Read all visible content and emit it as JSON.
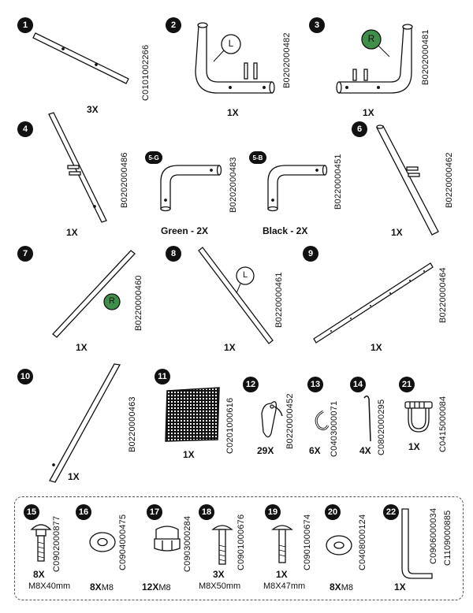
{
  "parts": [
    {
      "num": "1",
      "code": "C0101002266",
      "qty": "3X"
    },
    {
      "num": "2",
      "code": "B0202000482",
      "qty": "1X",
      "marker": "L"
    },
    {
      "num": "3",
      "code": "B0202000481",
      "qty": "1X",
      "marker": "R"
    },
    {
      "num": "4",
      "code": "B0202000486",
      "qty": "1X"
    },
    {
      "num": "5-G",
      "code": "B0202000483",
      "qty": "Green - 2X"
    },
    {
      "num": "5-B",
      "code": "B0220000451",
      "qty": "Black - 2X"
    },
    {
      "num": "6",
      "code": "B0220000462",
      "qty": "1X"
    },
    {
      "num": "7",
      "code": "B0220000460",
      "qty": "1X",
      "marker": "R"
    },
    {
      "num": "8",
      "code": "B0220000461",
      "qty": "1X",
      "marker": "L"
    },
    {
      "num": "9",
      "code": "B0220000464",
      "qty": "1X"
    },
    {
      "num": "10",
      "code": "B0220000463",
      "qty": "1X"
    },
    {
      "num": "11",
      "code": "C0201000616",
      "qty": "1X"
    },
    {
      "num": "12",
      "code": "B0220000452",
      "qty": "29X"
    },
    {
      "num": "13",
      "code": "C0403000071",
      "qty": "6X"
    },
    {
      "num": "14",
      "code": "C0802000295",
      "qty": "4X"
    },
    {
      "num": "21",
      "code": "C0415000084",
      "qty": "1X"
    }
  ],
  "hardware": [
    {
      "num": "15",
      "code": "C0902000877",
      "qty": "8X",
      "size": "M8X40mm"
    },
    {
      "num": "16",
      "code": "C0904000475",
      "qty": "8X",
      "size": "M8"
    },
    {
      "num": "17",
      "code": "C0903000284",
      "qty": "12X",
      "size": "M8"
    },
    {
      "num": "18",
      "code": "C0901000676",
      "qty": "3X",
      "size": "M8X50mm"
    },
    {
      "num": "19",
      "code": "C0901000674",
      "qty": "1X",
      "size": "M8X47mm"
    },
    {
      "num": "20",
      "code": "C0408000124",
      "qty": "8X",
      "size": "M8"
    },
    {
      "num": "22",
      "code": "C0906000034",
      "code2": "C1109000885",
      "qty": "1X"
    }
  ],
  "colors": {
    "marker_green": "#3f8f4a",
    "ink": "#111111"
  }
}
